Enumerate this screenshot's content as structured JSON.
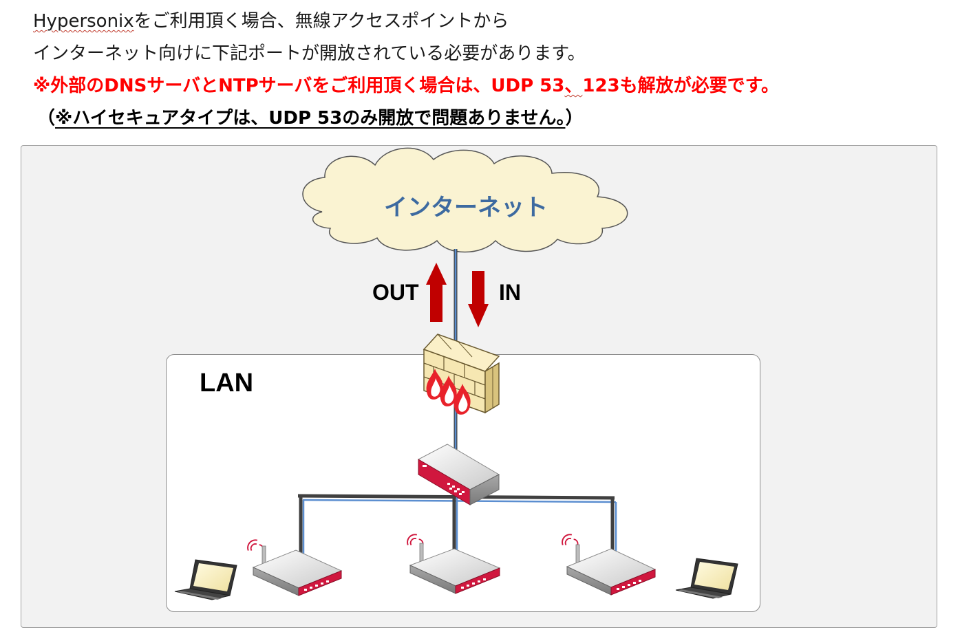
{
  "intro": {
    "line1_brand": "Hypersonix",
    "line1_rest": "をご利用頂く場合、無線アクセスポイントから",
    "line2": "インターネット向けに下記ポートが開放されている必要があります。",
    "line3_start": "※外部のDNSサーバとNTPサーバをご利用頂く場合は、UDP 53",
    "line3_comma": "、",
    "line3_end": "123も解放が必要です。",
    "line4_open": "（",
    "line4_note": "※ハイセキュアタイプは、UDP 53のみ開放で問題ありません。",
    "line4_close": "）"
  },
  "diagram": {
    "internet_label": "インターネット",
    "out_label": "OUT",
    "in_label": "IN",
    "lan_label": "LAN",
    "icons": {
      "cloud": "cloud-icon",
      "firewall": "firewall-icon",
      "router": "router-icon",
      "access_point": "access-point-icon",
      "laptop": "laptop-icon"
    },
    "colors": {
      "panel_bg": "#f2f2f2",
      "cloud_fill": "#faf3d2",
      "internet_text": "#3d6aa0",
      "arrow": "#c00000",
      "cable_blue": "#5b8ed0",
      "cable_dark": "#404040",
      "device_red": "#d0173e",
      "warning_text": "#ff0000"
    }
  }
}
